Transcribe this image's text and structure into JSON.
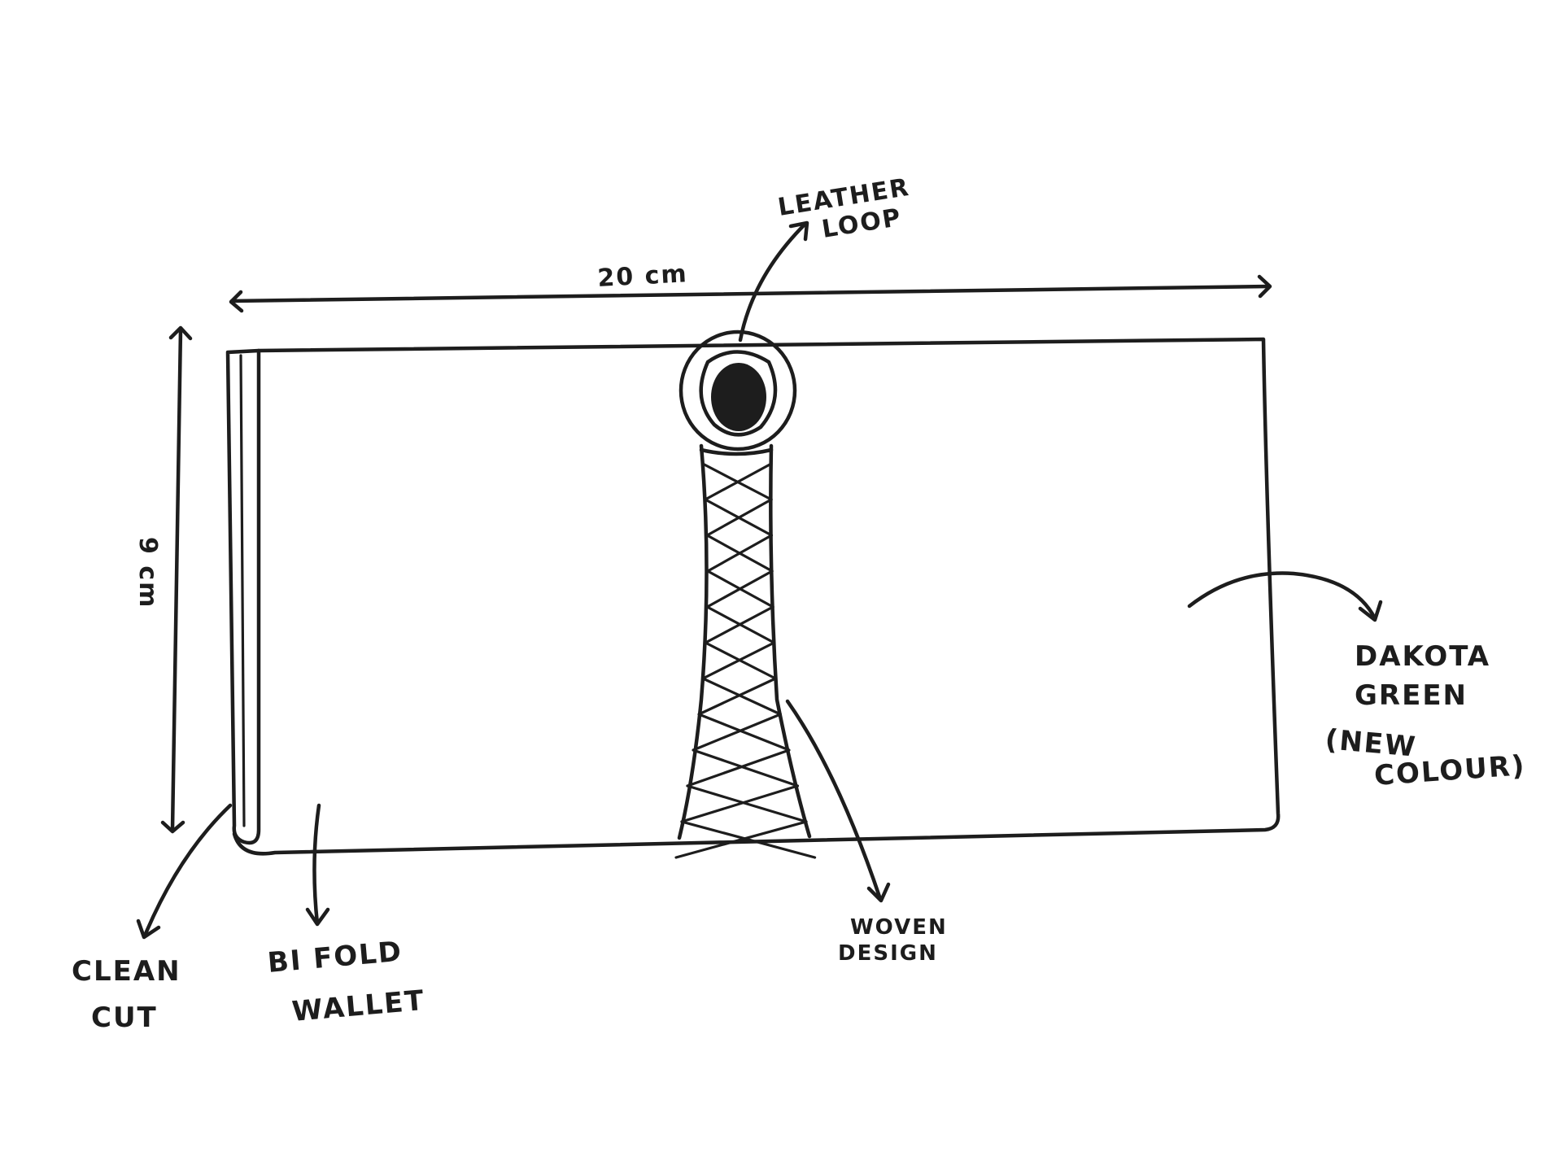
{
  "dimensions": {
    "width_label": "20 cm",
    "height_label": "9 cm"
  },
  "labels": {
    "leather_loop": [
      "LEATHER",
      "LOOP"
    ],
    "dakota_green": [
      "DAKOTA",
      "GREEN",
      "(NEW",
      "COLOUR)"
    ],
    "woven_design": [
      "WOVEN",
      "DESIGN"
    ],
    "clean_cut": [
      "CLEAN",
      "CUT"
    ],
    "bi_fold_wallet": [
      "BI FOLD",
      "WALLET"
    ]
  },
  "colors": {
    "ink": "#1d1d1d",
    "paper": "#ffffff"
  }
}
